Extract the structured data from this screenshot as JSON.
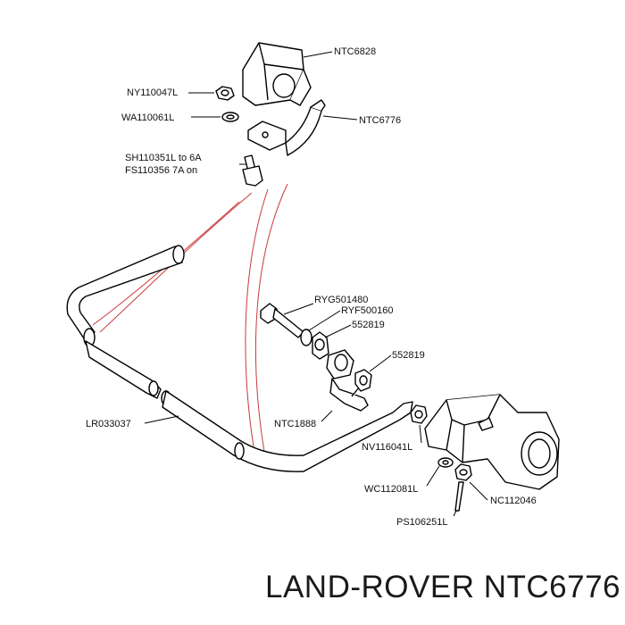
{
  "labels": {
    "ntc6828": "NTC6828",
    "ny110047l": "NY110047L",
    "wa110061l": "WA110061L",
    "ntc6776": "NTC6776",
    "sh110351l": "SH110351L to 6A",
    "fs110356": "FS110356 7A on",
    "ryg501480": "RYG501480",
    "ryf500160": "RYF500160",
    "p552819a": "552819",
    "p552819b": "552819",
    "ntc1888": "NTC1888",
    "lr033037": "LR033037",
    "nv116041l": "NV116041L",
    "wc112081l": "WC112081L",
    "nc112046": "NC112046",
    "ps106251l": "PS106251L"
  },
  "footer": {
    "part_title": "LAND-ROVER NTC6776"
  }
}
